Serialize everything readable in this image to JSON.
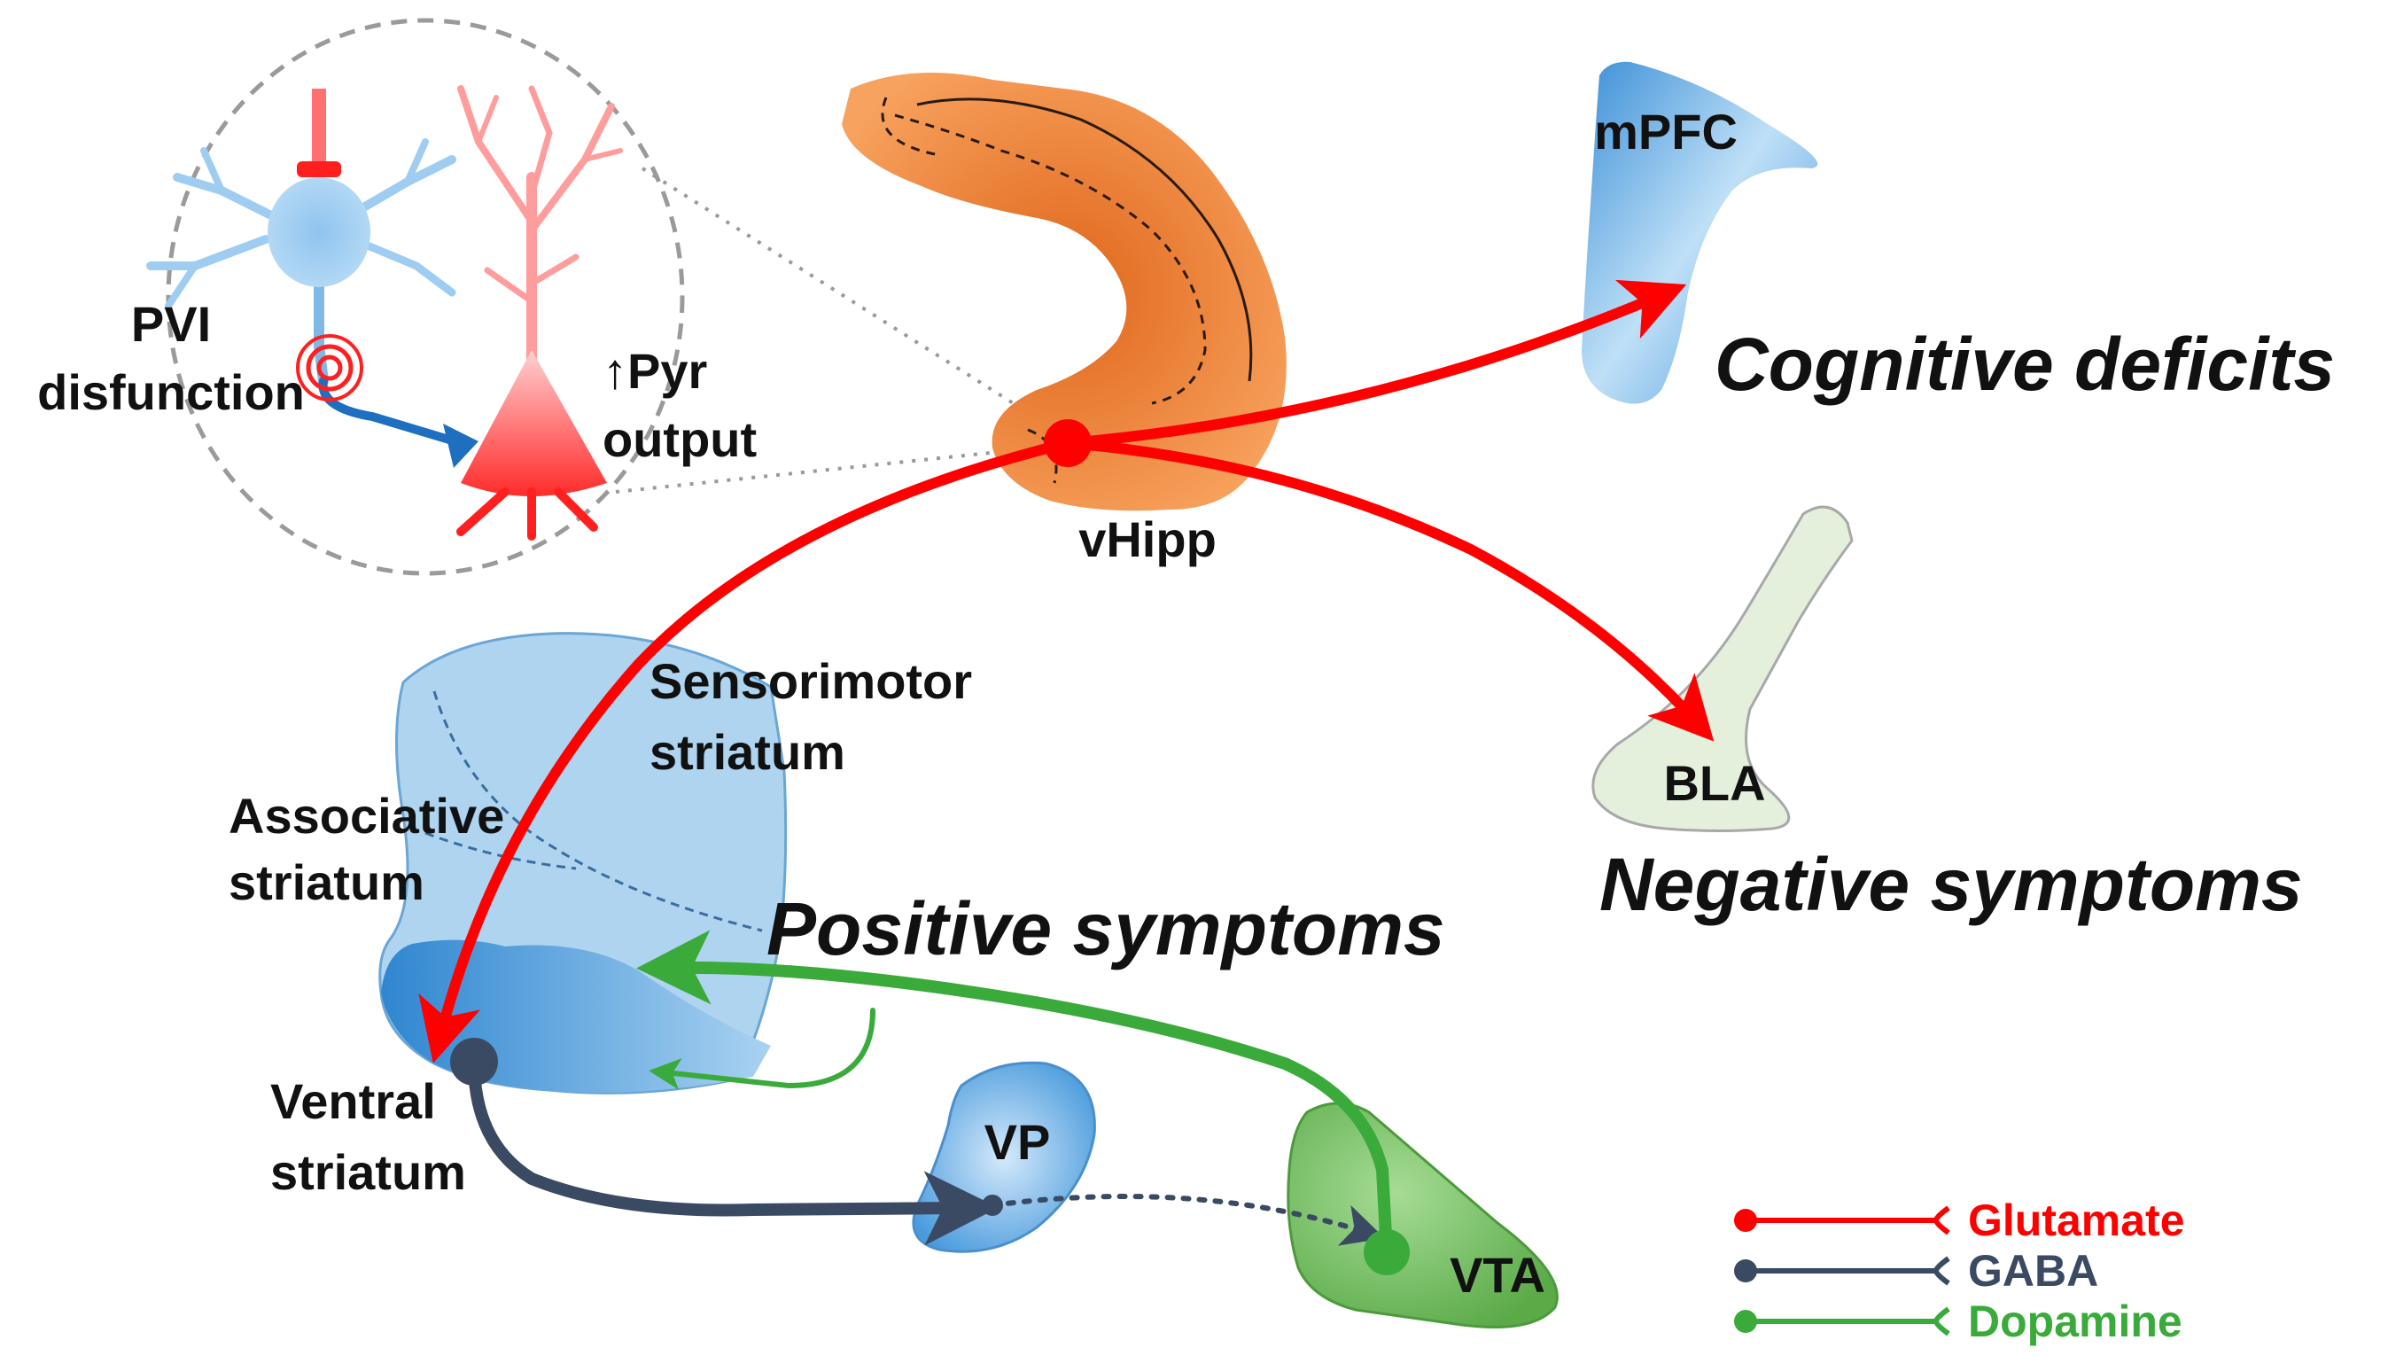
{
  "inset": {
    "pvi_line1": "PVI",
    "pvi_line2": "disfunction",
    "pyr_line1": "↑Pyr",
    "pyr_line2": "output"
  },
  "regions": {
    "vhipp": "vHipp",
    "mpfc": "mPFC",
    "bla": "BLA",
    "sensorimotor_line1": "Sensorimotor",
    "sensorimotor_line2": "striatum",
    "associative_line1": "Associative",
    "associative_line2": "striatum",
    "ventral_line1": "Ventral",
    "ventral_line2": "striatum",
    "vp": "VP",
    "vta": "VTA"
  },
  "outcomes": {
    "cognitive": "Cognitive deficits",
    "negative": "Negative symptoms",
    "positive": "Positive symptoms"
  },
  "legend": [
    {
      "label": "Glutamate",
      "color": "#ff0000"
    },
    {
      "label": "GABA",
      "color": "#3a4a63"
    },
    {
      "label": "Dopamine",
      "color": "#3aab3a"
    }
  ],
  "colors": {
    "glutamate": "#ff0000",
    "gaba": "#3a4a63",
    "dopamine": "#3aab3a",
    "hippocampus": "#f08a3a",
    "striatum": "#aed4f0",
    "bla": "#e4f0dc",
    "vta": "#6fbf5c"
  }
}
